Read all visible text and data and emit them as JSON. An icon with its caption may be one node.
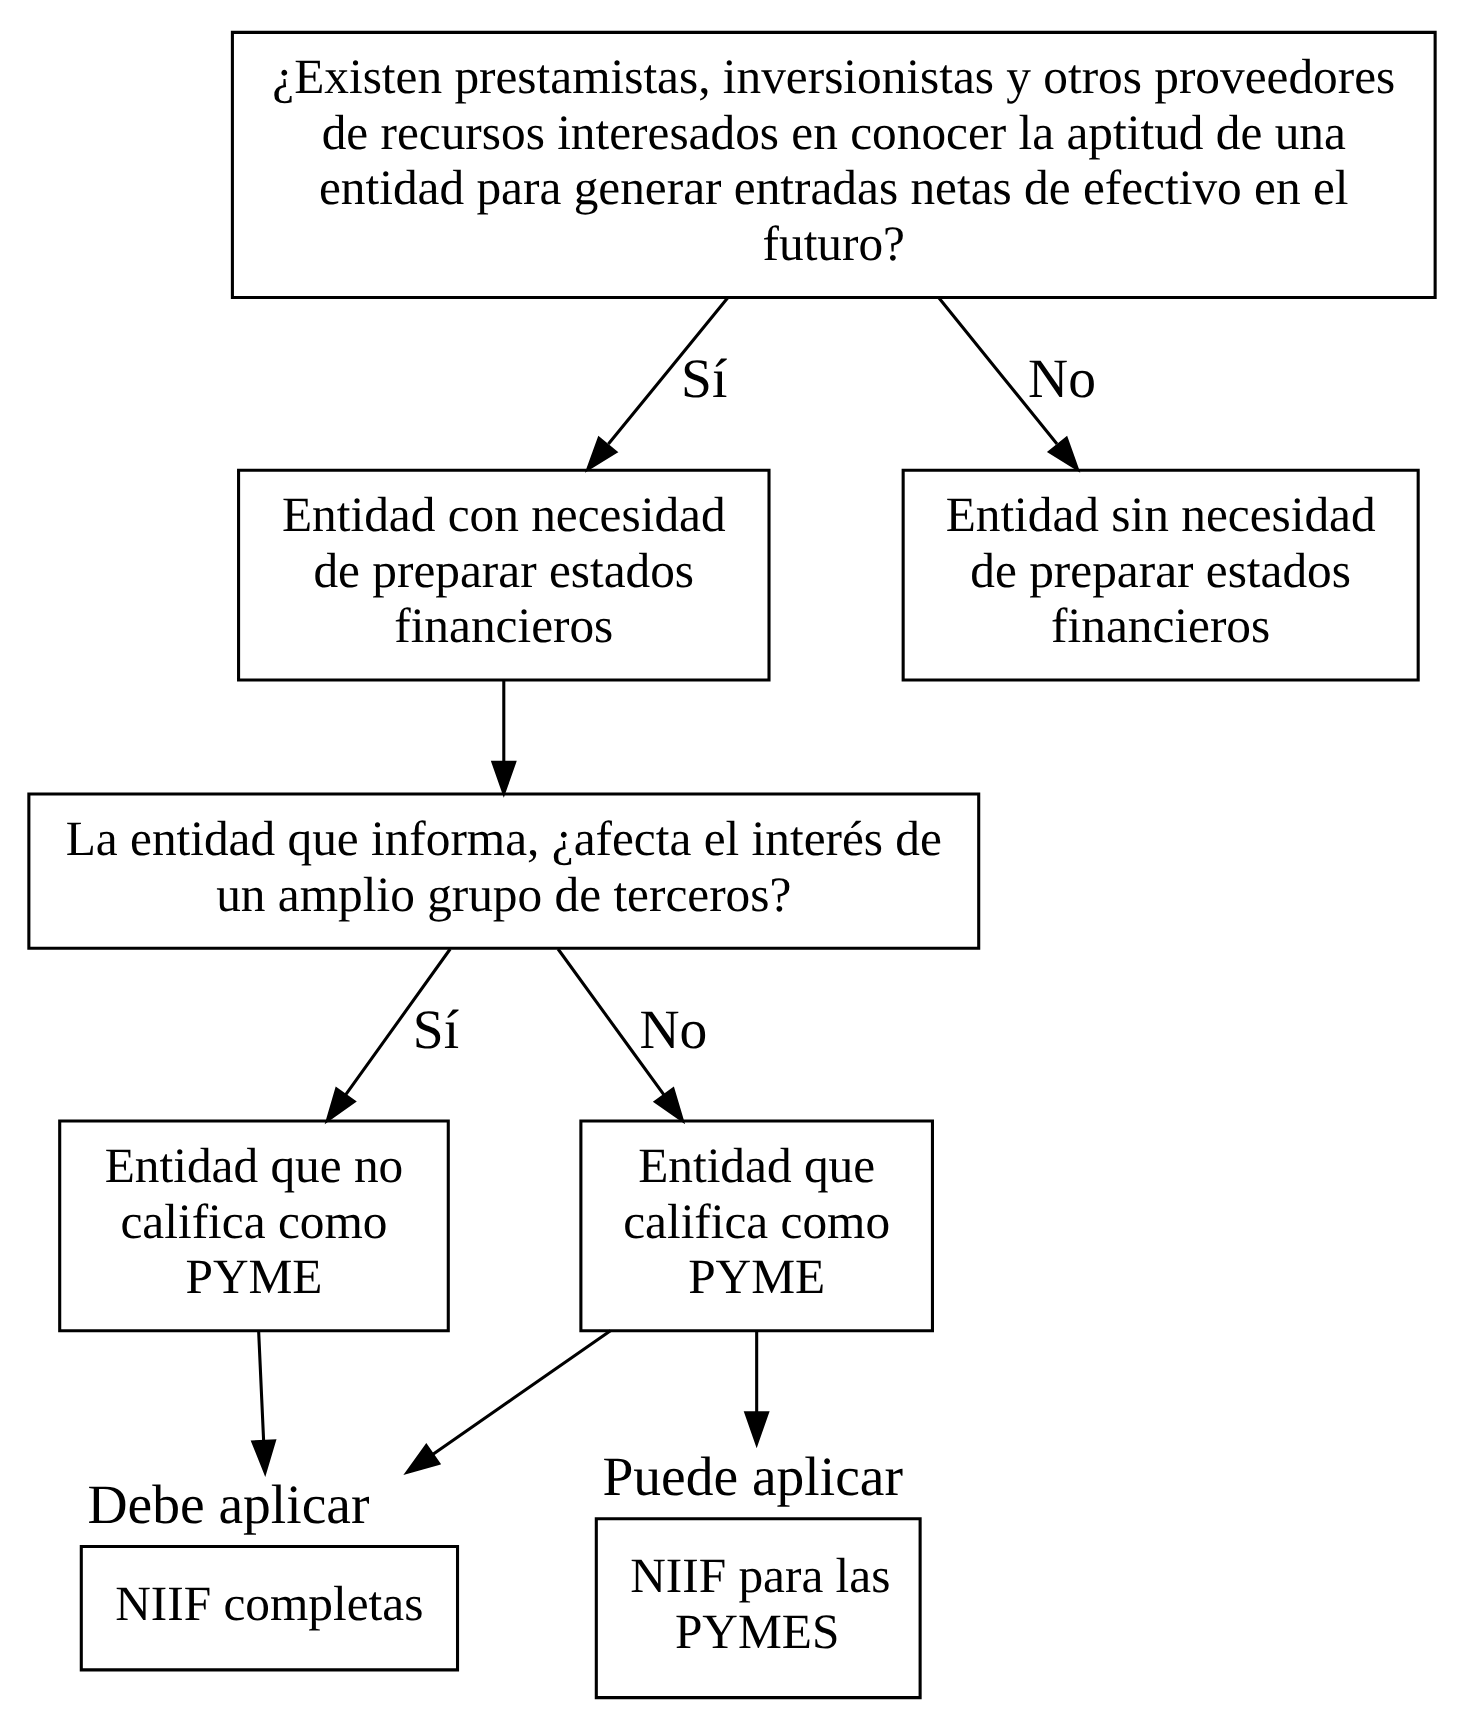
{
  "diagram": {
    "nodes": [
      {
        "text": [
          "¿Existen prestamistas, inversionistas y otros proveedores de recursos interesados en conocer la aptitud de una entidad para generar entradas netas de efectivo en el futuro?"
        ]
      },
      {
        "text": [
          "Entidad con necesidad de preparar estados financieros"
        ]
      },
      {
        "text": [
          "Entidad sin necesidad de preparar estados financieros"
        ]
      },
      {
        "text": [
          "La entidad que informa, ¿afecta el interés de un amplio grupo de terceros?"
        ]
      },
      {
        "text": [
          "Entidad que no califica como PYME"
        ]
      },
      {
        "text": [
          "Entidad que califica como PYME"
        ]
      },
      {
        "text": [
          "Debe aplicar",
          "NIIF completas"
        ]
      },
      {
        "text": [
          "Puede aplicar",
          "NIIF para las PYMES"
        ]
      }
    ],
    "edges": [
      {
        "from": 0,
        "to": 1,
        "arrow": "to",
        "label": "Sí"
      },
      {
        "from": 0,
        "to": 2,
        "arrow": "to",
        "label": "No"
      },
      {
        "from": 1,
        "to": 3,
        "arrow": "to"
      },
      {
        "from": 3,
        "to": 4,
        "arrow": "to",
        "label": "Sí"
      },
      {
        "from": 3,
        "to": 5,
        "arrow": "to",
        "label": "No"
      },
      {
        "from": 4,
        "to": 6,
        "arrow": "to"
      },
      {
        "from": 5,
        "to": 6,
        "arrow": "to"
      },
      {
        "from": 5,
        "to": 7,
        "arrow": "to"
      }
    ]
  }
}
